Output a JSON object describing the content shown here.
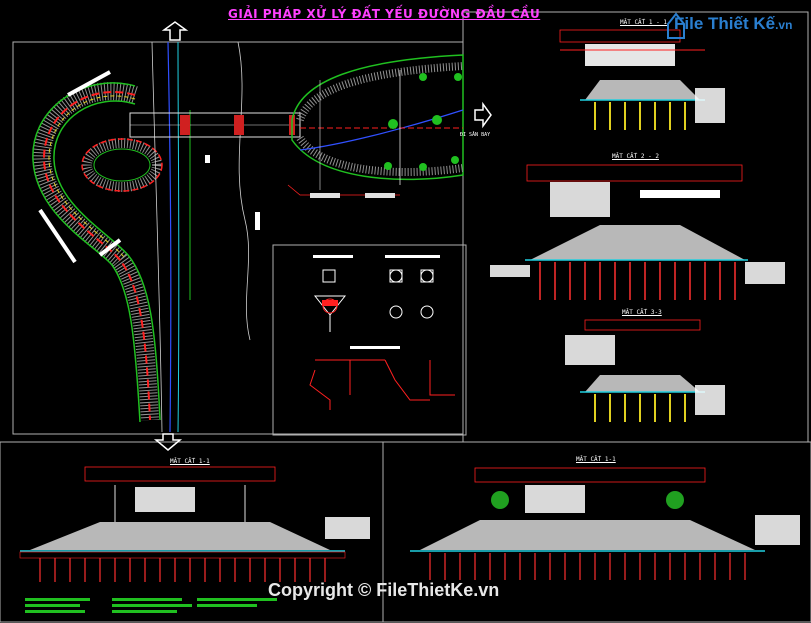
{
  "title": "GIẢI PHÁP XỬ LÝ ĐẤT YẾU ĐƯỜNG ĐẦU CẦU",
  "watermark": "Copyright © FileThietKe.vn",
  "logo": {
    "name": "File Thiết Kế",
    "domain": ".vn"
  },
  "section_labels": {
    "s11_top": "MẶT CẮT 1 - 1",
    "s22": "MẶT CẮT 2 - 2",
    "s33": "MẶT CẮT 3-3",
    "s11_bottom_left": "MẶT CẮT 1-1",
    "s11_bottom_right": "MẶT CẮT 1-1"
  },
  "side_note": "ĐI SÂN BAY",
  "colors": {
    "background": "#000000",
    "title": "#ff40ff",
    "frame": "#c8c8c8",
    "embankment": "#b8b8b8",
    "piles": "#ff3030",
    "road_green": "#20c020",
    "road_cyan": "#20d0e0",
    "annotation_red": "#ff2020",
    "annotation_white": "#ffffff"
  }
}
